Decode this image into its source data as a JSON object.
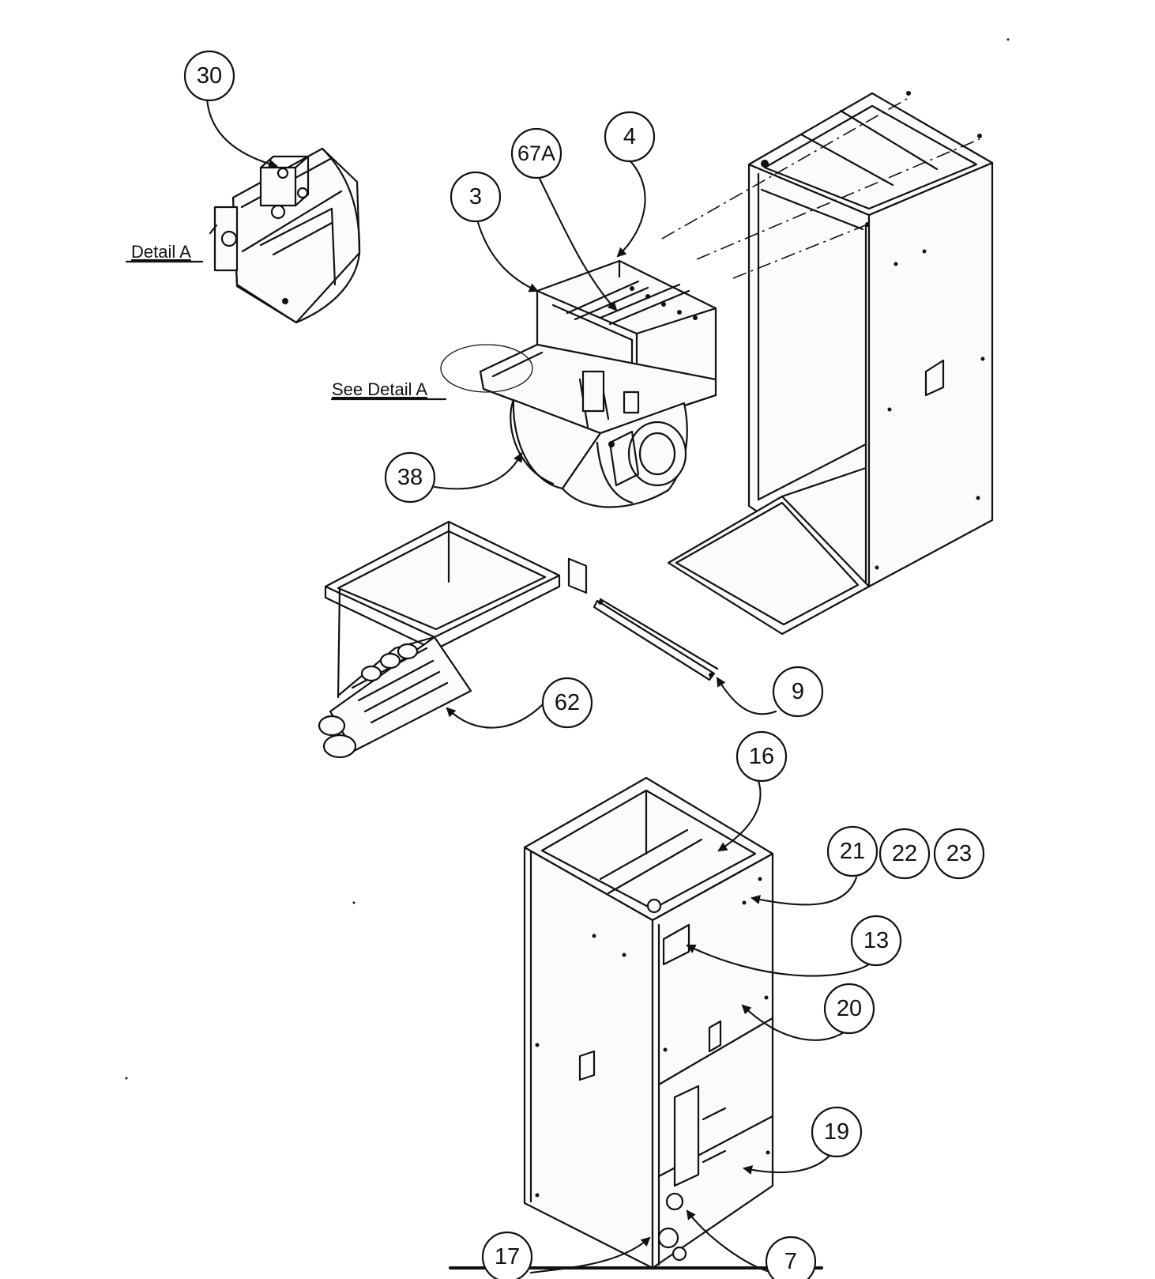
{
  "labels": {
    "detail_a": "Detail A",
    "see_detail_a": "See Detail A"
  },
  "callouts": {
    "c30": "30",
    "c3": "3",
    "c67a": "67A",
    "c4": "4",
    "c38": "38",
    "c62": "62",
    "c9": "9",
    "c16": "16",
    "c21": "21",
    "c22": "22",
    "c23": "23",
    "c13": "13",
    "c20": "20",
    "c19": "19",
    "c17": "17",
    "c7": "7"
  }
}
